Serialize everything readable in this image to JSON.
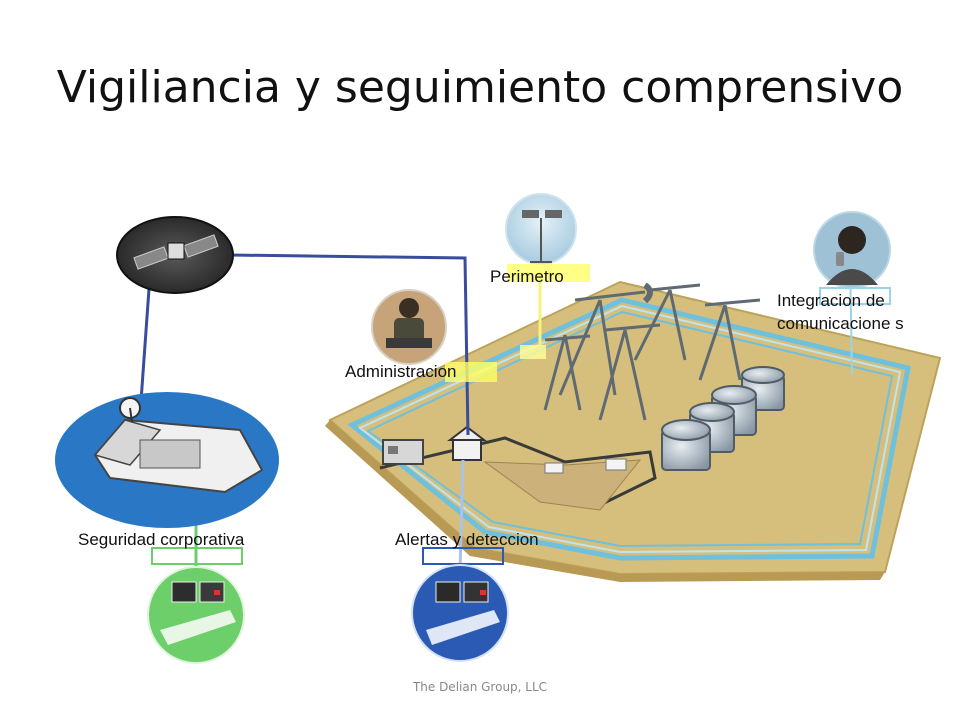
{
  "slide": {
    "title": "Vigiliancia y seguimiento comprensivo",
    "footer": "The Delian Group, LLC"
  },
  "labels": {
    "perimeter": "Perimetro",
    "administration": "Administracion",
    "communications": "Integracion de comunicacione s",
    "corporate_security": "Seguridad corporativa",
    "alerts": "Alertas y deteccion"
  },
  "icons": {
    "satellite": "satellite-icon",
    "headquarters": "headquarters-icon",
    "camera": "camera-icon",
    "worker": "worker-icon",
    "phone_user": "phone-user-icon",
    "monitor_green": "monitoring-station-icon",
    "monitor_blue": "monitoring-station-icon"
  },
  "colors": {
    "field": "#d6bf7c",
    "fence": "#6ec0dc",
    "link_line": "#3a4c9c",
    "corporate": "#2a78c5",
    "monitor_green": "#6ccf6a",
    "monitor_blue": "#2b5ab5",
    "highlight": "#ffff66"
  }
}
